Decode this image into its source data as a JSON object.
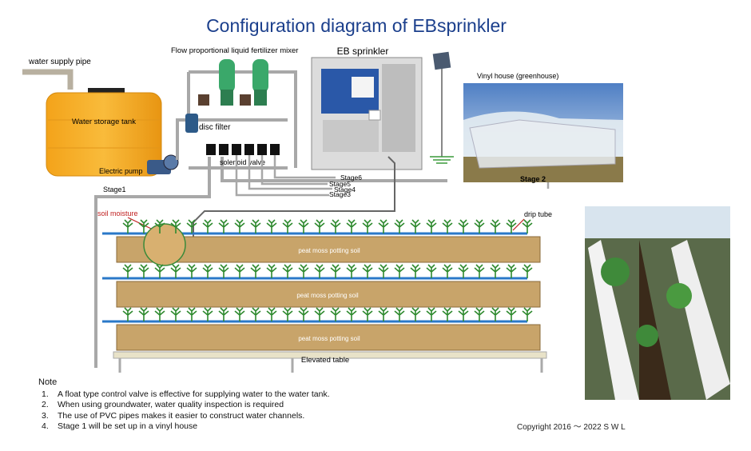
{
  "title": "Configuration diagram of EBsprinkler",
  "labels": {
    "water_supply_pipe": "water supply pipe",
    "fertilizer_mixer": "Flow proportional liquid fertilizer mixer",
    "eb_sprinkler": "EB sprinkler",
    "vinyl_house": "Vinyl house (greenhouse)",
    "water_storage_tank": "Water storage tank",
    "electric_pump": "Electric pump",
    "disc_filter": "disc filter",
    "solenoid_valve": "solenoid valve",
    "stage1": "Stage1",
    "stage2": "Stage 2",
    "stage3": "Stage3",
    "stage4": "Stage4",
    "stage5": "Stage5",
    "stage6": "Stage6",
    "soil_moisture": "soil moisture",
    "drip_tube": "drip tube",
    "peat_moss": "peat moss potting soil",
    "elevated_table": "Elevated table"
  },
  "notes": {
    "title": "Note",
    "items": [
      {
        "num": "1.",
        "text": "A float type control valve is effective for supplying water to the water tank."
      },
      {
        "num": "2.",
        "text": "When using groundwater, water quality inspection is required"
      },
      {
        "num": "3.",
        "text": "The use of PVC pipes makes it easier to construct water channels."
      },
      {
        "num": "4.",
        "text": "Stage 1 will be set up in a vinyl house"
      }
    ]
  },
  "copyright": "Copyright 2016 ～ 2022 S W L",
  "colors": {
    "tank": "#f5a623",
    "pipe": "#a0a0a0",
    "drip": "#2a78c8",
    "soil": "#c8a46a",
    "plant": "#2f8a2f",
    "title": "#1b3f8c",
    "sprinkler_panel": "#e8e8e8"
  }
}
